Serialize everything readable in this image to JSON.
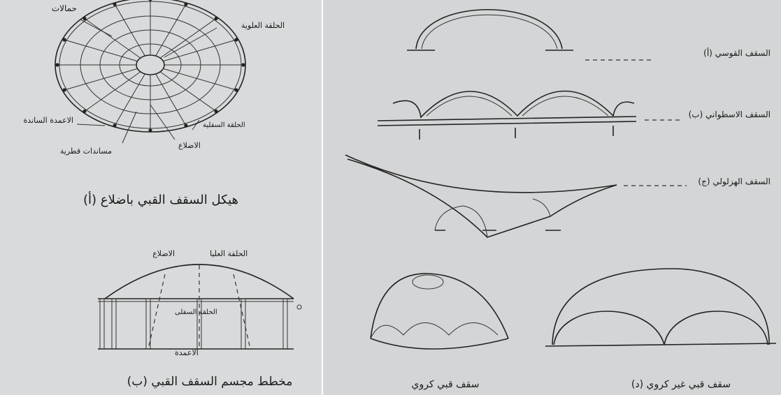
{
  "left": {
    "plan": {
      "label_cables": "حمالات",
      "label_top_ring": "الحلقة العلوية",
      "label_columns": "الاعمدة الساندة",
      "label_bottom_ring": "الحلقة السفلية",
      "label_ribs": "الاضلاع",
      "label_diagonal": "مساندات قطرية"
    },
    "caption_a": "(أ) هيكل السقف القبي باضلاع",
    "section": {
      "label_ribs": "الاضلاع",
      "label_top_ring": "الحلقة العليا",
      "label_bottom_ring": "الحلقة السفلى",
      "label_columns": "الاعمدة"
    },
    "caption_b": "(ب) مخطط مجسم السقف القبي"
  },
  "right": {
    "label_a": "(أ) السقف القوسي",
    "label_b": "(ب) السقف الاسطواني",
    "label_c": "(ج) السقف الهزلولي",
    "caption_dome_spherical": "سقف قبي كروي",
    "caption_d": "(د) سقف قبي غير كروي"
  }
}
